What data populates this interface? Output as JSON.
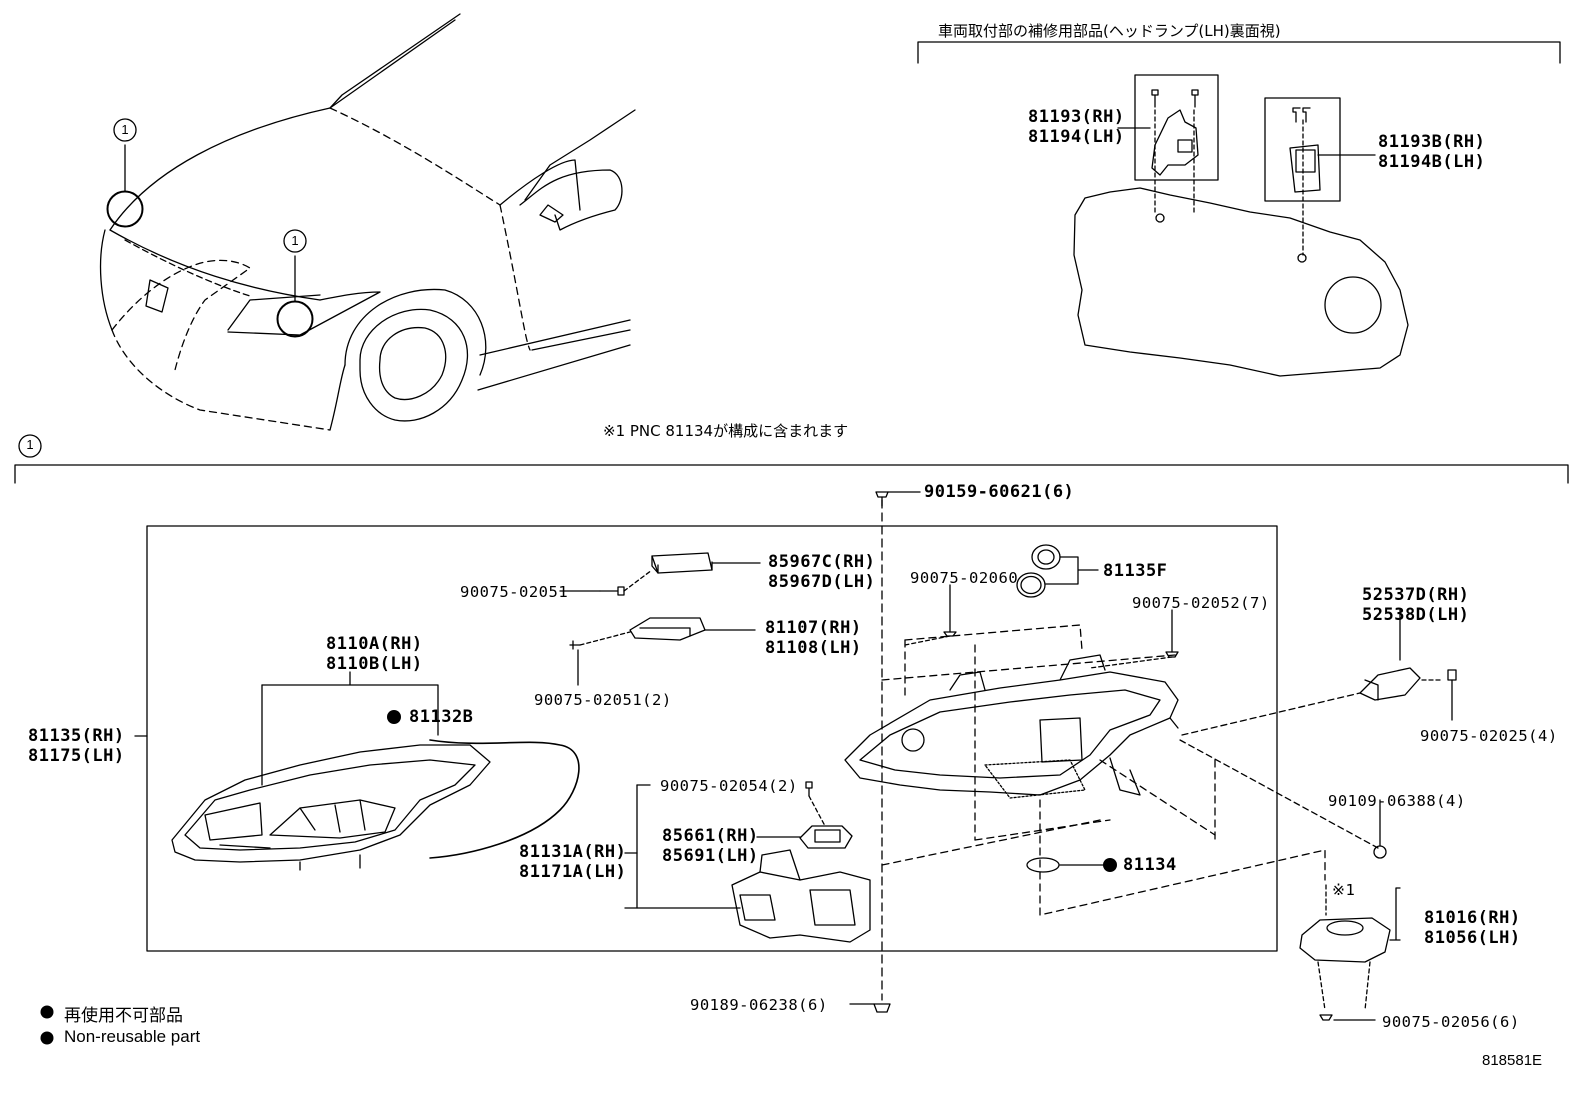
{
  "header": {
    "inset_title": "車両取付部の補修用部品(ヘッドランプ(LH)裏面視)",
    "note": "※1 PNC 81134が構成に含まれます",
    "section_marker": "1"
  },
  "callouts": {
    "left_headlamp": "1",
    "right_headlamp": "1"
  },
  "parts": {
    "p81193": [
      "81193(RH)",
      "81194(LH)"
    ],
    "p81193B": [
      "81193B(RH)",
      "81194B(LH)"
    ],
    "p90159": "90159-60621(6)",
    "p85967": [
      "85967C(RH)",
      "85967D(LH)"
    ],
    "p90075_02051a": "90075-02051",
    "p81107": [
      "81107(RH)",
      "81108(LH)"
    ],
    "p90075_02051b": "90075-02051(2)",
    "p8110A": [
      "8110A(RH)",
      "8110B(LH)"
    ],
    "p81132B": "81132B",
    "p81135": [
      "81135(RH)",
      "81175(LH)"
    ],
    "p90075_02060": "90075-02060",
    "p81135F": "81135F",
    "p90075_02052": "90075-02052(7)",
    "p52537": [
      "52537D(RH)",
      "52538D(LH)"
    ],
    "p90075_02025": "90075-02025(4)",
    "p90075_02054": "90075-02054(2)",
    "p85661": [
      "85661(RH)",
      "85691(LH)"
    ],
    "p81131": [
      "81131A(RH)",
      "81171A(LH)"
    ],
    "p90109": "90109-06388(4)",
    "p81134": "81134",
    "p_x1": "※1",
    "p81016": [
      "81016(RH)",
      "81056(LH)"
    ],
    "p90189": "90189-06238(6)",
    "p90075_02056": "90075-02056(6)"
  },
  "legend": {
    "line1": "再使用不可部品",
    "line2": "Non-reusable part"
  },
  "figure_id": "818581E"
}
